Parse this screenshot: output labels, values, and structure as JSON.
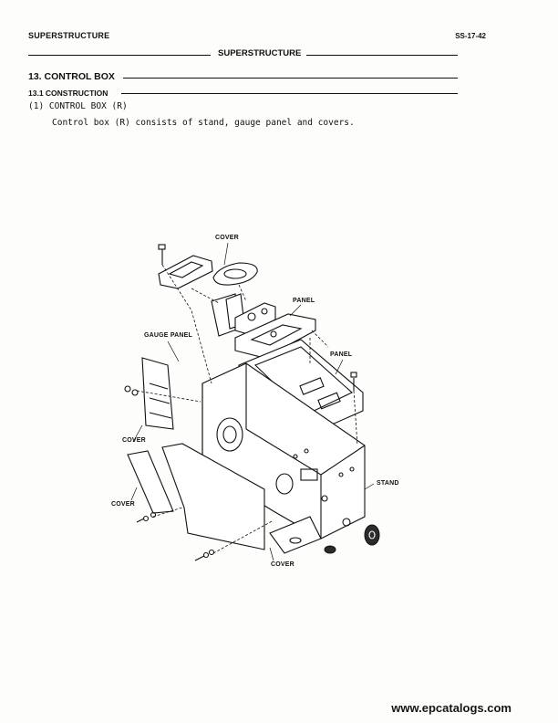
{
  "header": {
    "left_title": "SUPERSTRUCTURE",
    "page_code": "SS-17-42",
    "center_title": "SUPERSTRUCTURE"
  },
  "section": {
    "heading": "13. CONTROL BOX",
    "subheading": "13.1 CONSTRUCTION",
    "item": "(1) CONTROL BOX (R)",
    "body": "Control box (R) consists of stand, gauge panel and covers."
  },
  "figure": {
    "labels": {
      "cover_top": "COVER",
      "panel_upper": "PANEL",
      "gauge_panel": "GAUGE PANEL",
      "panel_lower": "PANEL",
      "cover_left_upper": "COVER",
      "cover_left_lower": "COVER",
      "stand": "STAND",
      "cover_bottom": "COVER"
    }
  },
  "footer": {
    "watermark": "www.epcatalogs.com"
  }
}
